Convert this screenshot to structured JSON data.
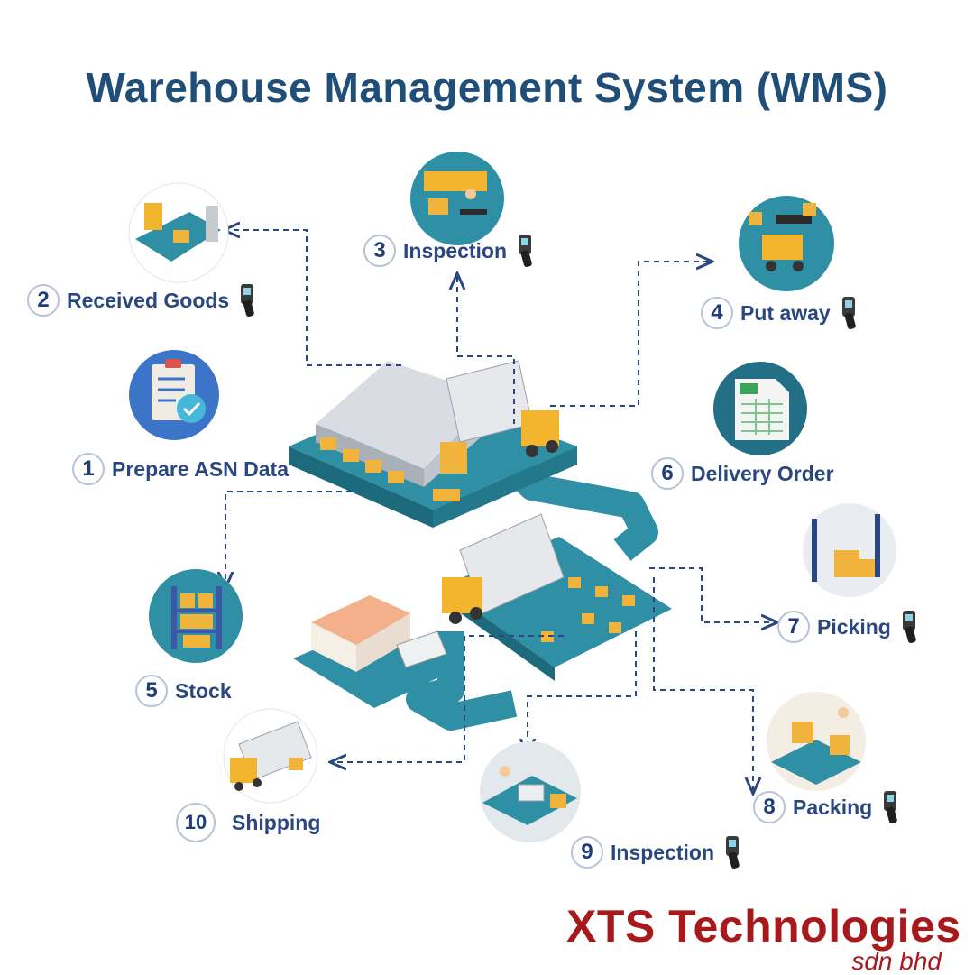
{
  "title": "Warehouse Management System (WMS)",
  "steps": [
    {
      "num": "1",
      "label": "Prepare ASN Data",
      "scanner": false
    },
    {
      "num": "2",
      "label": "Received Goods",
      "scanner": true
    },
    {
      "num": "3",
      "label": "Inspection",
      "scanner": true
    },
    {
      "num": "4",
      "label": "Put away",
      "scanner": true
    },
    {
      "num": "5",
      "label": "Stock",
      "scanner": false
    },
    {
      "num": "6",
      "label": "Delivery Order",
      "scanner": false
    },
    {
      "num": "7",
      "label": "Picking",
      "scanner": true
    },
    {
      "num": "8",
      "label": "Packing",
      "scanner": true
    },
    {
      "num": "9",
      "label": "Inspection",
      "scanner": true
    },
    {
      "num": "10",
      "label": "Shipping",
      "scanner": false
    }
  ],
  "brand": {
    "name": "XTS Technologies",
    "suffix": "sdn bhd"
  },
  "colors": {
    "title": "#1f4e79",
    "labels": "#2a4780",
    "path": "#2e8fa5",
    "brand": "#a8191c",
    "box": "#f0b43c"
  }
}
